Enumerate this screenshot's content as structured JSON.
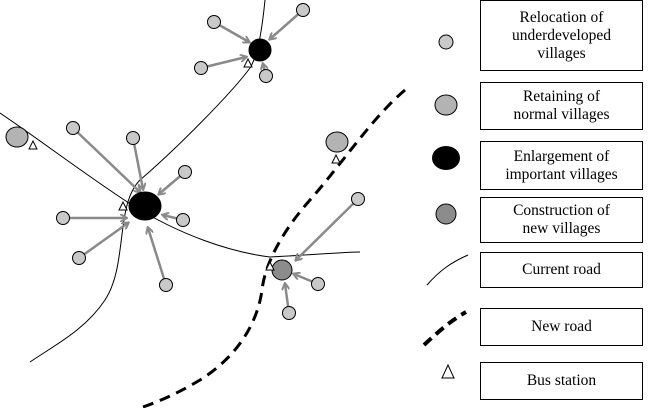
{
  "legend": {
    "relocation": [
      "Relocation of",
      "underdeveloped",
      "villages"
    ],
    "retaining": [
      "Retaining of",
      "normal villages"
    ],
    "enlargement": [
      "Enlargement of",
      "important villages"
    ],
    "construction": [
      "Construction of",
      "new villages"
    ],
    "current_road": [
      "Current road"
    ],
    "new_road": [
      "New road"
    ],
    "bus_station": [
      "Bus station"
    ]
  },
  "colors": {
    "small_village": "#c9c9c9",
    "normal_village": "#b3b3b3",
    "important_village": "#000000",
    "new_village": "#8c8c8c",
    "arrow": "#8a8a8a",
    "road": "#000000"
  },
  "icons": {
    "relocation": "light-gray-circle-icon",
    "retaining": "gray-ellipse-icon",
    "enlargement": "black-ellipse-icon",
    "construction": "dark-gray-circle-icon",
    "current_road": "thin-curve-icon",
    "new_road": "thick-dashed-curve-icon",
    "bus_station": "triangle-icon"
  }
}
